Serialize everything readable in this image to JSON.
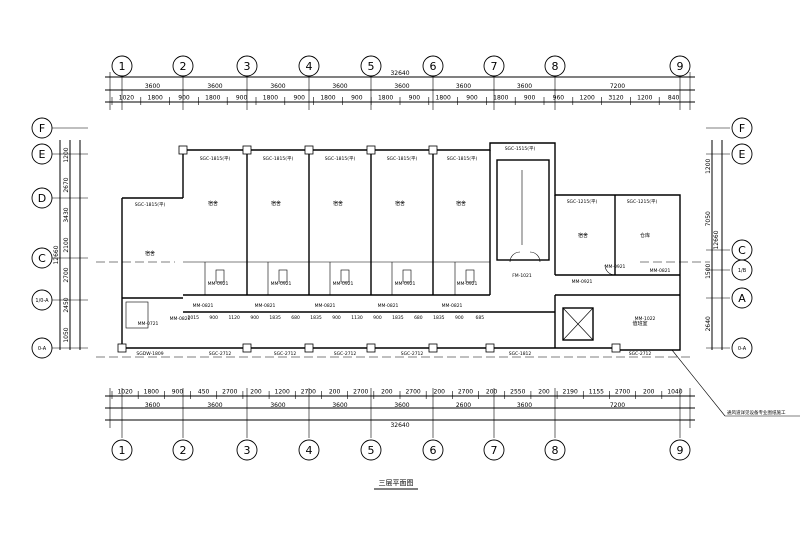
{
  "drawing_title": "三层平面图",
  "axes_top": [
    "1",
    "2",
    "3",
    "4",
    "5",
    "6",
    "7",
    "8",
    "9"
  ],
  "axes_left": [
    "F",
    "E",
    "D",
    "C",
    "1/0-A",
    "0-A"
  ],
  "axes_right": [
    "F",
    "E",
    "C",
    "1/B",
    "A",
    "0-A"
  ],
  "dims_top_total": "32640",
  "dims_top_bays": [
    "3600",
    "3600",
    "3600",
    "3600",
    "3600",
    "3600",
    "3600",
    "7200"
  ],
  "dims_top_detail": [
    "1020",
    "1800",
    "900",
    "1800",
    "900",
    "1800",
    "900",
    "1800",
    "900",
    "1800",
    "900",
    "1800",
    "900",
    "1800",
    "900",
    "960",
    "1200",
    "3120",
    "1200",
    "840"
  ],
  "dims_bottom_detail": [
    "1020",
    "1800",
    "900",
    "450",
    "2700",
    "200",
    "1200",
    "2700",
    "200",
    "2700",
    "200",
    "2700",
    "200",
    "2700",
    "200",
    "2550",
    "200",
    "2190",
    "1155",
    "2700",
    "200",
    "1040"
  ],
  "dims_bottom_bays": [
    "3600",
    "3600",
    "3600",
    "3600",
    "3600",
    "2600",
    "3600",
    "7200"
  ],
  "dims_bottom_total": "32640",
  "dims_left": [
    "1200",
    "2670",
    "3430",
    "2100",
    "2700",
    "2450",
    "1050"
  ],
  "dims_left_total": "12660",
  "dims_right": [
    "1200",
    "7050",
    "1500",
    "2640"
  ],
  "dims_right_total": "12660",
  "windows_top": [
    "SGC-1815(平)",
    "SGC-1815(平)",
    "SGC-1815(平)",
    "SGC-1815(平)",
    "SGC-1815(平)",
    "SGC-1515(平)",
    "SGC-1215(平)",
    "SGC-1215(平)"
  ],
  "windows_bottom": [
    "SGDW-1809",
    "SGC-2712",
    "SGC-2712",
    "SGC-2712",
    "SGC-2712",
    "SGC-1812",
    "SGC-2712"
  ],
  "doors": [
    "MM-0921",
    "MM-0921",
    "MM-0921",
    "MM-0921",
    "MM-0921",
    "MM-0821",
    "MM-0821",
    "MM-0821",
    "MM-0821",
    "MM-0821",
    "MM-0821",
    "FM-1021",
    "MM-0921",
    "MM-0921",
    "MM-1022",
    "MM-0721",
    "MM-0821"
  ],
  "rooms": [
    "宿舍",
    "宿舍",
    "宿舍",
    "宿舍",
    "宿舍",
    "宿舍",
    "宿舍",
    "仓库",
    "值班室"
  ],
  "corridor_dims": [
    "2015",
    "900",
    "1120",
    "900",
    "1835",
    "680",
    "1835",
    "900",
    "1130",
    "900",
    "1835",
    "680",
    "1835",
    "900",
    "685"
  ],
  "annotation_note": "通风道详见设备专业图纸施工"
}
